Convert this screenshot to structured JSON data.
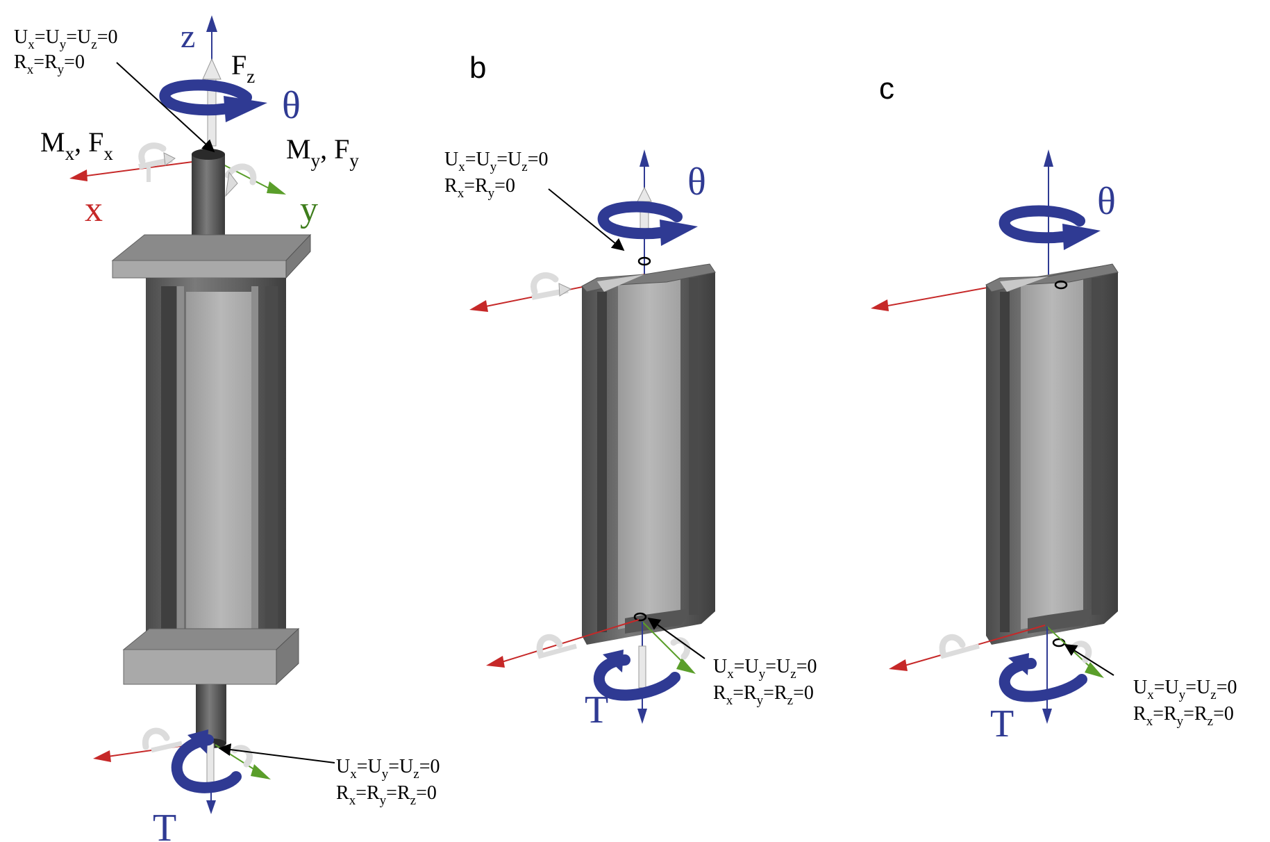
{
  "colors": {
    "axis_x": "#c62828",
    "axis_y": "#5a9e2a",
    "axis_z": "#2f3a93",
    "theta": "#2f3a93",
    "load_symbol": "#e6e6e6",
    "metal_dark": "#5b5b5b",
    "metal_mid": "#8a8a8a",
    "metal_light": "#b4b4b4"
  },
  "icons": [
    "rotation-arrow-icon",
    "force-arrow-icon",
    "moment-arrow-icon",
    "node-circle-icon"
  ],
  "panels": [
    {
      "id": "a",
      "panel_letter": "",
      "axes": {
        "x": "x",
        "y": "y",
        "z": "z"
      },
      "loads": {
        "fz": "F",
        "fz_sub": "z",
        "mx": "M",
        "mx_sub": "x",
        "fx": "F",
        "fx_sub": "x",
        "my": "M",
        "my_sub": "y",
        "fy": "F",
        "fy_sub": "y"
      },
      "theta": "θ",
      "torque": "T",
      "top_bc": [
        [
          {
            "t": "U"
          },
          {
            "t": "x",
            "sub": true
          },
          {
            "t": "=U"
          },
          {
            "t": "y",
            "sub": true
          },
          {
            "t": "=U"
          },
          {
            "t": "z",
            "sub": true
          },
          {
            "t": "=0"
          }
        ],
        [
          {
            "t": "R"
          },
          {
            "t": "x",
            "sub": true
          },
          {
            "t": "=R"
          },
          {
            "t": "y",
            "sub": true
          },
          {
            "t": "=0"
          }
        ]
      ],
      "bottom_bc": [
        [
          {
            "t": "U"
          },
          {
            "t": "x",
            "sub": true
          },
          {
            "t": "=U"
          },
          {
            "t": "y",
            "sub": true
          },
          {
            "t": "=U"
          },
          {
            "t": "z",
            "sub": true
          },
          {
            "t": "=0"
          }
        ],
        [
          {
            "t": "R"
          },
          {
            "t": "x",
            "sub": true
          },
          {
            "t": "=R"
          },
          {
            "t": "y",
            "sub": true
          },
          {
            "t": "=R"
          },
          {
            "t": "z",
            "sub": true
          },
          {
            "t": "=0"
          }
        ]
      ]
    },
    {
      "id": "b",
      "panel_letter": "b",
      "theta": "θ",
      "torque": "T",
      "top_bc": [
        [
          {
            "t": "U"
          },
          {
            "t": "x",
            "sub": true
          },
          {
            "t": "=U"
          },
          {
            "t": "y",
            "sub": true
          },
          {
            "t": "=U"
          },
          {
            "t": "z",
            "sub": true
          },
          {
            "t": "=0"
          }
        ],
        [
          {
            "t": "R"
          },
          {
            "t": "x",
            "sub": true
          },
          {
            "t": "=R"
          },
          {
            "t": "y",
            "sub": true
          },
          {
            "t": "=0"
          }
        ]
      ],
      "bottom_bc": [
        [
          {
            "t": "U"
          },
          {
            "t": "x",
            "sub": true
          },
          {
            "t": "=U"
          },
          {
            "t": "y",
            "sub": true
          },
          {
            "t": "=U"
          },
          {
            "t": "z",
            "sub": true
          },
          {
            "t": "=0"
          }
        ],
        [
          {
            "t": "R"
          },
          {
            "t": "x",
            "sub": true
          },
          {
            "t": "=R"
          },
          {
            "t": "y",
            "sub": true
          },
          {
            "t": "=R"
          },
          {
            "t": "z",
            "sub": true
          },
          {
            "t": "=0"
          }
        ]
      ]
    },
    {
      "id": "c",
      "panel_letter": "c",
      "theta": "θ",
      "torque": "T",
      "bottom_bc": [
        [
          {
            "t": "U"
          },
          {
            "t": "x",
            "sub": true
          },
          {
            "t": "=U"
          },
          {
            "t": "y",
            "sub": true
          },
          {
            "t": "=U"
          },
          {
            "t": "z",
            "sub": true
          },
          {
            "t": "=0"
          }
        ],
        [
          {
            "t": "R"
          },
          {
            "t": "x",
            "sub": true
          },
          {
            "t": "=R"
          },
          {
            "t": "y",
            "sub": true
          },
          {
            "t": "=R"
          },
          {
            "t": "z",
            "sub": true
          },
          {
            "t": "=0"
          }
        ]
      ]
    }
  ]
}
